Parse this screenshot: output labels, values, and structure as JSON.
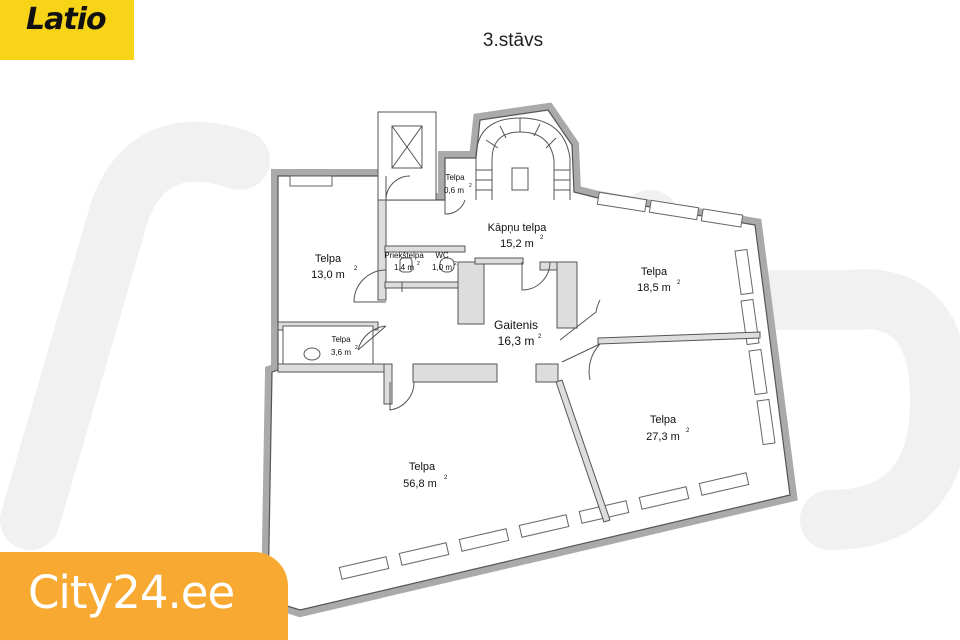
{
  "brand": {
    "latio_logo": "Latio",
    "city24_logo": "City24.ee",
    "accent_yellow": "#f7d417",
    "accent_orange": "#f8a932"
  },
  "floor": {
    "title": "3.stāvs"
  },
  "rooms": [
    {
      "id": "telpa-1",
      "name": "Telpa",
      "area": "13,0 m",
      "sup": "2"
    },
    {
      "id": "telpa-small",
      "name": "Telpa",
      "area": "0,6 m",
      "sup": "2"
    },
    {
      "id": "kapnu-telpa",
      "name": "Kāpņu telpa",
      "area": "15,2 m",
      "sup": "2"
    },
    {
      "id": "telpa-2",
      "name": "Telpa",
      "area": "18,5 m",
      "sup": "2"
    },
    {
      "id": "prieksteлpa",
      "name": "Priekštelpa",
      "area": "1,4 m",
      "sup": "2"
    },
    {
      "id": "wc",
      "name": "WC",
      "area": "1,0 m",
      "sup": "2"
    },
    {
      "id": "gaitenis",
      "name": "Gaitenis",
      "area": "16,3 m",
      "sup": "2"
    },
    {
      "id": "telpa-3",
      "name": "Telpa",
      "area": "3,6 m",
      "sup": "2"
    },
    {
      "id": "telpa-4",
      "name": "Telpa",
      "area": "27,3 m",
      "sup": "2"
    },
    {
      "id": "telpa-5",
      "name": "Telpa",
      "area": "56,8 m",
      "sup": "2"
    }
  ]
}
